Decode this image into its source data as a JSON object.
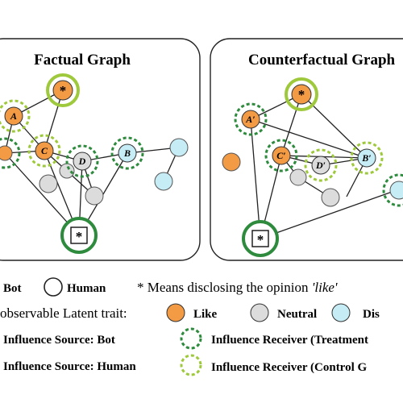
{
  "panels": {
    "factual": {
      "title": "Factual Graph"
    },
    "counterfactual": {
      "title": "Counterfactual Graph"
    }
  },
  "node_labels": {
    "factual": {
      "A": "A",
      "C": "C",
      "D": "D",
      "B": "B",
      "star": "*",
      "bot": "*"
    },
    "counterfactual": {
      "A": "A′",
      "C": "C′",
      "D": "D′",
      "B": "B′",
      "star": "*",
      "bot": "*"
    }
  },
  "legend": {
    "bot": "Bot",
    "human": "Human",
    "star_note_prefix": "* Means disclosing the opinion ",
    "star_note_quote": "'like'",
    "trait_prefix": "observable Latent trait:",
    "like": "Like",
    "neutral": "Neutral",
    "dislike": "Dis",
    "source_bot": "Influence Source: Bot",
    "source_human": "Influence Source:  Human",
    "receiver_treatment": "Influence Receiver (Treatment",
    "receiver_control": "Influence Receiver (Control G"
  },
  "colors": {
    "like": "#f39a45",
    "neutral": "#dcdcdc",
    "dislike": "#c6ecf6",
    "dark_green": "#2e8b3e",
    "light_green": "#9fc93c"
  }
}
